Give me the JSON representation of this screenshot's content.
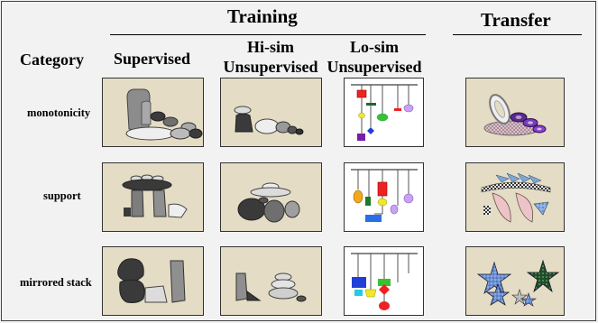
{
  "headers": {
    "training": "Training",
    "transfer": "Transfer",
    "category": "Category",
    "supervised": "Supervised",
    "hisim_line1": "Hi-sim",
    "hisim_line2": "Unsupervised",
    "losim_line1": "Lo-sim",
    "losim_line2": "Unsupervised"
  },
  "rows": [
    {
      "category": "monotonicity"
    },
    {
      "category": "support"
    },
    {
      "category": "mirrored stack"
    }
  ],
  "colors": {
    "stone_bg": "#e4dcc4",
    "mobile_bg": "#ffffff",
    "frame": "#444444"
  }
}
